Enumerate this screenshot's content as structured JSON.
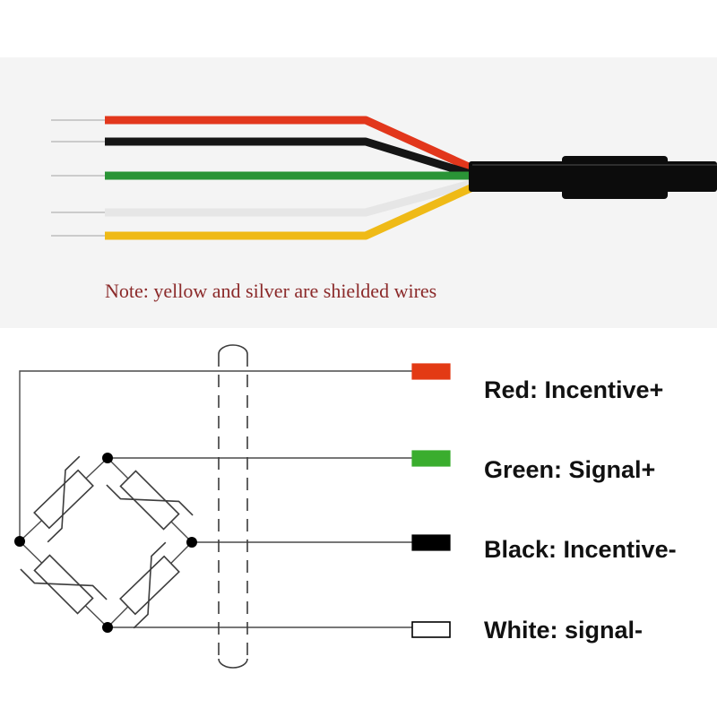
{
  "note": "Note: yellow and silver are shielded wires",
  "wire_colors": {
    "red": "#e2371c",
    "black": "#151515",
    "green": "#2a9436",
    "silver": "#e6e6e6",
    "yellow": "#efba17",
    "cable": "#0c0c0c",
    "lead": "#bdbdbd"
  },
  "legend": [
    {
      "label": "Red: Incentive+",
      "color": "#e33a14",
      "icon": "red-terminal"
    },
    {
      "label": "Green: Signal+",
      "color": "#3aad2e",
      "icon": "green-terminal"
    },
    {
      "label": "Black: Incentive-",
      "color": "#000000",
      "icon": "black-terminal"
    },
    {
      "label": "White: signal-",
      "color": "#ffffff",
      "icon": "white-terminal"
    }
  ],
  "bridge": {
    "resistors": 4,
    "type": "wheatstone-bridge"
  }
}
